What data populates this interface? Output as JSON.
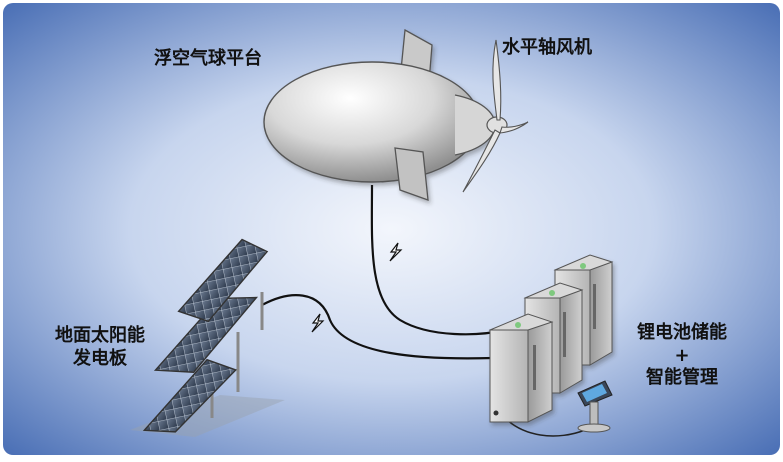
{
  "labels": {
    "balloon": "浮空气球平台",
    "turbine": "水平轴风机",
    "solar_line1": "地面太阳能",
    "solar_line2": "发电板",
    "storage_line1": "锂电池储能",
    "storage_plus": "+",
    "storage_line2": "智能管理"
  },
  "icons": [
    "airship-balloon",
    "wind-turbine-rotor",
    "solar-panel-array",
    "battery-cabinet",
    "control-terminal",
    "lightning-icon"
  ],
  "colors": {
    "bg_inner": "#eef3fb",
    "bg_outer": "#2f58a8",
    "metal": "#b9bcc2",
    "panel": "#4a5568"
  }
}
